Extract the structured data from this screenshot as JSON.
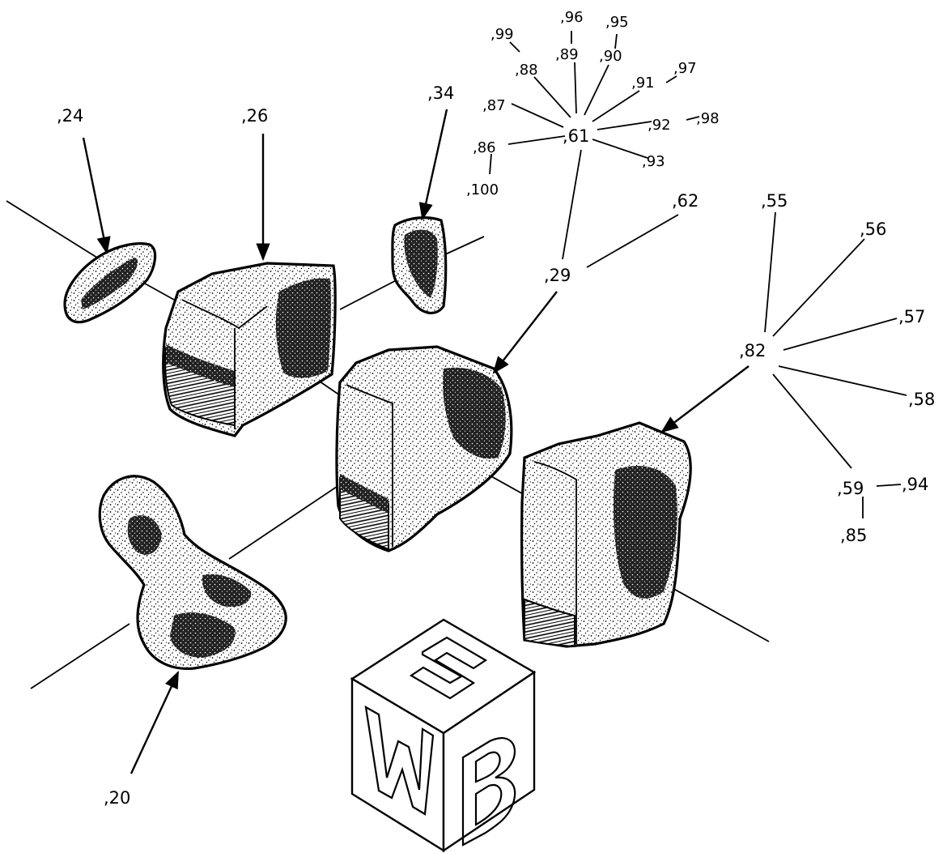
{
  "figure": {
    "labels": {
      "l24": ",24",
      "l26": ",26",
      "l34": ",34",
      "l20": ",20",
      "l29": ",29",
      "l62": ",62",
      "l61": ",61",
      "l86": ",86",
      "l87": ",87",
      "l88": ",88",
      "l89": ",89",
      "l90": ",90",
      "l91": ",91",
      "l92": ",92",
      "l93": ",93",
      "l95": ",95",
      "l96": ",96",
      "l97": ",97",
      "l98": ",98",
      "l99": ",99",
      "l100": ",100",
      "l82": ",82",
      "l55": ",55",
      "l56": ",56",
      "l57": ",57",
      "l58": ",58",
      "l59": ",59",
      "l94": ",94",
      "l85": ",85"
    },
    "cube_letters": [
      "S",
      "W",
      "B"
    ]
  }
}
